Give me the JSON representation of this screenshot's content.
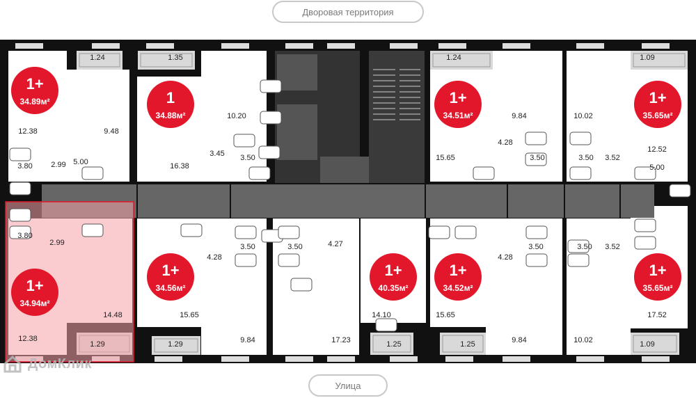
{
  "labels": {
    "top_street": "Дворовая территория",
    "bottom_street": "Улица"
  },
  "apartments": [
    {
      "type": "1+",
      "area": "34.89м²"
    },
    {
      "type": "1",
      "area": "34.88м²"
    },
    {
      "type": "1+",
      "area": "34.51м²"
    },
    {
      "type": "1+",
      "area": "35.65м²"
    },
    {
      "type": "1+",
      "area": "34.94м²"
    },
    {
      "type": "1+",
      "area": "34.56м²"
    },
    {
      "type": "1+",
      "area": "40.35м²"
    },
    {
      "type": "1+",
      "area": "34.52м²"
    },
    {
      "type": "1+",
      "area": "35.65м²"
    }
  ],
  "rooms": [
    "1.24",
    "1.35",
    "12.38",
    "9.48",
    "2.99",
    "3.80",
    "5.00",
    "10.20",
    "16.38",
    "3.45",
    "3.50",
    "1.24",
    "9.84",
    "15.65",
    "4.28",
    "3.50",
    "1.09",
    "10.02",
    "3.50",
    "3.52",
    "12.52",
    "5.00",
    "3.80",
    "2.99",
    "14.48",
    "12.38",
    "1.29",
    "1.29",
    "3.50",
    "4.28",
    "15.65",
    "9.84",
    "3.50",
    "4.27",
    "14.10",
    "17.23",
    "1.25",
    "1.25",
    "3.50",
    "4.28",
    "15.65",
    "9.84",
    "3.50",
    "3.52",
    "10.02",
    "17.52",
    "1.09"
  ],
  "highlight_color": "#f5a3a8",
  "badge_color": "#e3172b",
  "watermark": {
    "icon": "domclick-logo-icon",
    "text": "ДомКлик"
  }
}
